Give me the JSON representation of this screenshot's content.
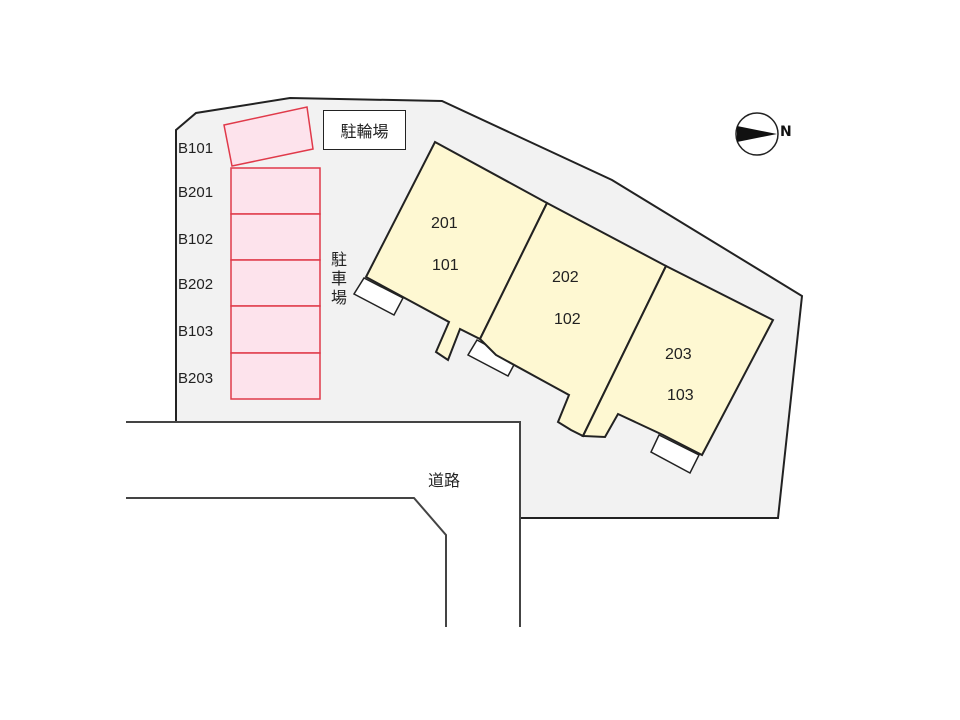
{
  "map": {
    "bike_parking_label": "駐輪場",
    "car_parking_label": "駐車場",
    "road_label": "道路",
    "north_label": "N",
    "compass_icon": "north-arrow-icon",
    "colors": {
      "lot": "#f2f2f2",
      "building": "#fef8d2",
      "parking_fill": "#fde3ec",
      "parking_stroke": "#e03a4a",
      "outline": "#222222"
    },
    "parking_spaces": [
      {
        "label": "B101"
      },
      {
        "label": "B201"
      },
      {
        "label": "B102"
      },
      {
        "label": "B202"
      },
      {
        "label": "B103"
      },
      {
        "label": "B203"
      }
    ],
    "units": [
      {
        "upper": "201",
        "lower": "101"
      },
      {
        "upper": "202",
        "lower": "102"
      },
      {
        "upper": "203",
        "lower": "103"
      }
    ]
  }
}
